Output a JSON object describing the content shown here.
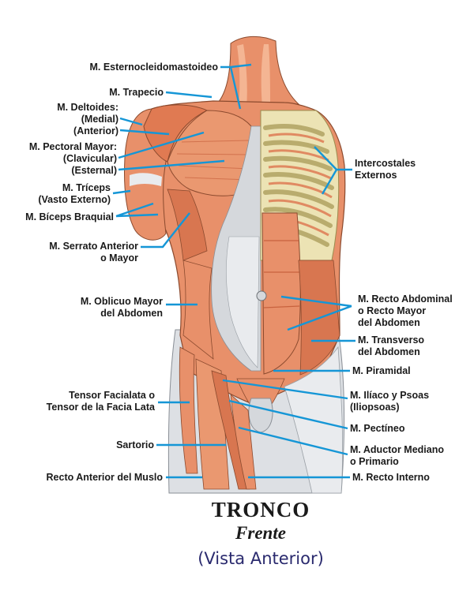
{
  "labels": {
    "esternocleidomastoideo": "M. Esternocleidomastoideo",
    "trapecio": "M. Trapecio",
    "deltoides_1": "M. Deltoides:",
    "deltoides_2": "(Medial)",
    "deltoides_3": "(Anterior)",
    "pectoral_1": "M. Pectoral Mayor:",
    "pectoral_2": "(Clavicular)",
    "pectoral_3": "(Esternal)",
    "triceps_1": "M. Tríceps",
    "triceps_2": "(Vasto Externo)",
    "biceps": "M. Bíceps Braquial",
    "serrato_1": "M. Serrato Anterior",
    "serrato_2": "o Mayor",
    "oblicuo_1": "M. Oblicuo Mayor",
    "oblicuo_2": "del Abdomen",
    "tensor_1": "Tensor Facialata o",
    "tensor_2": "Tensor de la Facia Lata",
    "sartorio": "Sartorio",
    "recto_anterior": "Recto Anterior del Muslo",
    "intercostales_1": "Intercostales",
    "intercostales_2": "Externos",
    "recto_abd_1": "M. Recto Abdominal",
    "recto_abd_2": "o Recto Mayor",
    "recto_abd_3": "del Abdomen",
    "transverso_1": "M. Transverso",
    "transverso_2": "del Abdomen",
    "piramidal": "M. Piramidal",
    "iliaco_1": "M. Ilíaco y Psoas",
    "iliaco_2": "(Iliopsoas)",
    "pectineo": "M. Pectíneo",
    "aductor_1": "M. Aductor Mediano",
    "aductor_2": "o Primario",
    "recto_interno": "M. Recto Interno"
  },
  "title": {
    "main": "TRONCO",
    "sub": "Frente",
    "view": "(Vista Anterior)"
  },
  "colors": {
    "muscle": "#e8906a",
    "muscle_dark": "#c8623e",
    "muscle_light": "#f4b593",
    "tendon": "#c9cdd2",
    "tendon_light": "#e9ebee",
    "bone": "#ece3b4",
    "bone_dark": "#c9bd84",
    "leader": "#1596d6"
  }
}
